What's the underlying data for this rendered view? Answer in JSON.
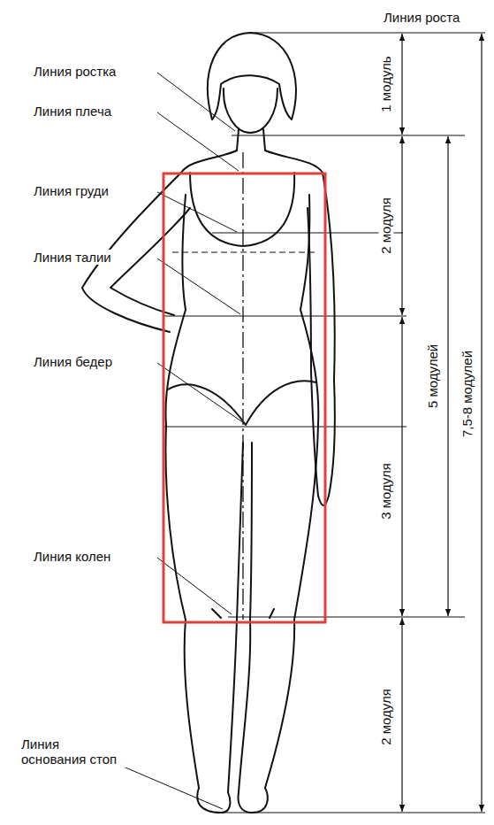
{
  "diagram": {
    "labels": [
      "Линия роста",
      "Линия ростка",
      "Линия плеча",
      "Линия груди",
      "Линия талии",
      "Линия бедер",
      "Линия колен",
      "Линия основания стоп",
      "1 модуль",
      "2 модуля",
      "5 модулей",
      "7,5-8 модулей",
      "3 модуля",
      "2 модуля"
    ]
  }
}
